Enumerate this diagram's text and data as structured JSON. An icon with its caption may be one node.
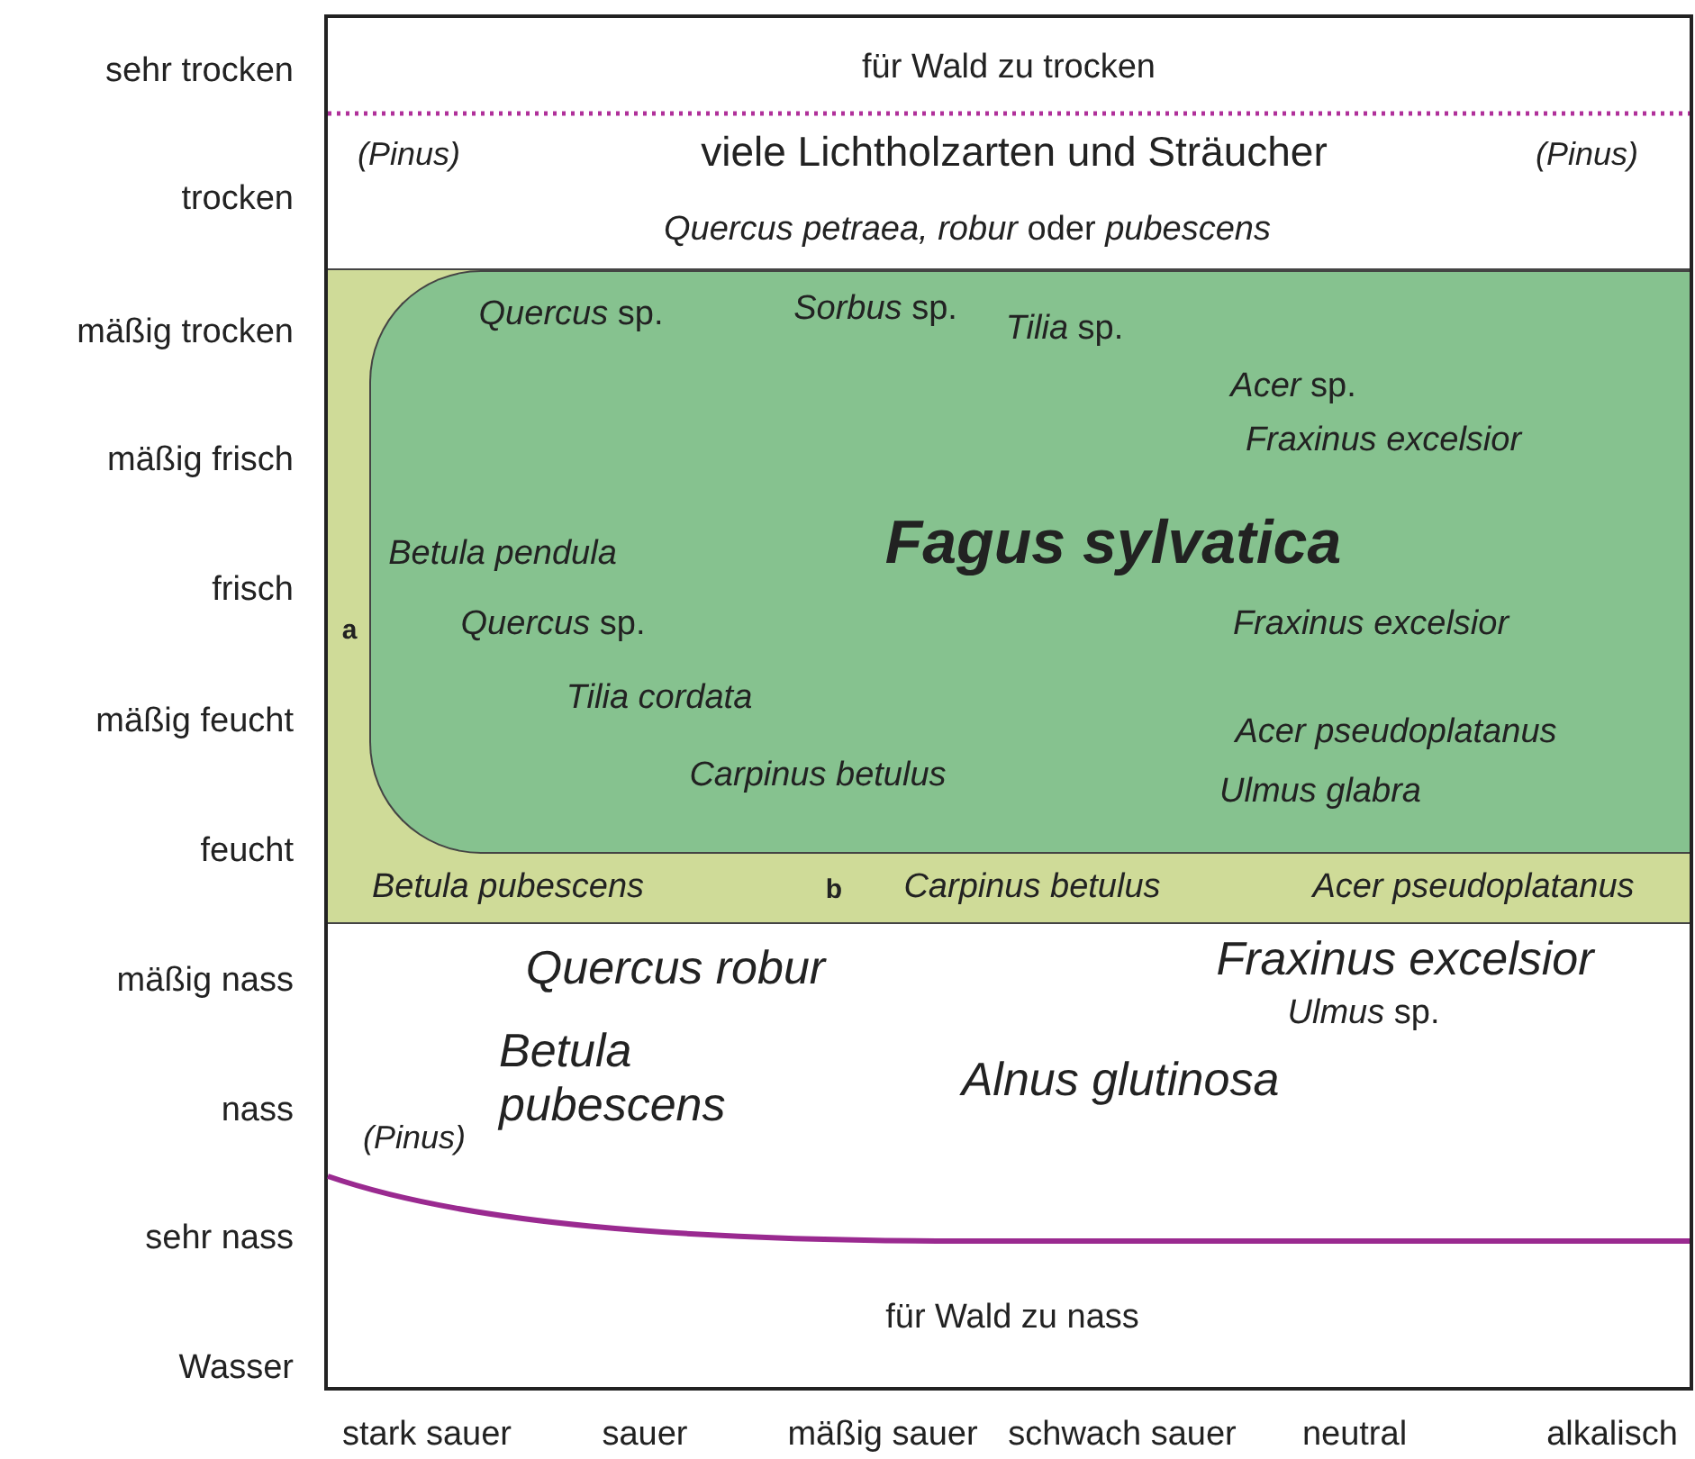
{
  "diagram": {
    "nodes": [
      {
        "text": [
          "a",
          "Betula pubescens",
          "b",
          "Carpinus betulus",
          "Acer pseudoplatanus"
        ]
      },
      {
        "text": [
          "*Quercus* sp.",
          "*Sorbus* sp.",
          "*Tilia* sp.",
          "*Acer* sp.",
          "Fraxinus excelsior",
          "Betula pendula",
          "Fagus sylvatica",
          "*Quercus* sp.",
          "Fraxinus excelsior",
          "Tilia cordata",
          "Acer pseudoplatanus",
          "Carpinus betulus",
          "Ulmus glabra"
        ],
        "in": 0
      }
    ],
    "labels": [
      "sehr trocken",
      "trocken",
      "mäßig trocken",
      "mäßig frisch",
      "frisch",
      "mäßig feucht",
      "feucht",
      "mäßig nass",
      "nass",
      "sehr nass",
      "Wasser",
      "für Wald zu trocken",
      "(Pinus)",
      "viele Lichtholzarten und Sträucher",
      "(Pinus)",
      "*Quercus petraea, robur* oder *pubescens*",
      "Quercus robur",
      "Fraxinus excelsior",
      "*Ulmus* sp.",
      "Betula pubescens",
      "Alnus glutinosa",
      "(Pinus)",
      "für Wald zu nass",
      "stark sauer",
      "sauer",
      "mäßig sauer",
      "schwach sauer",
      "neutral",
      "alkalisch"
    ]
  }
}
